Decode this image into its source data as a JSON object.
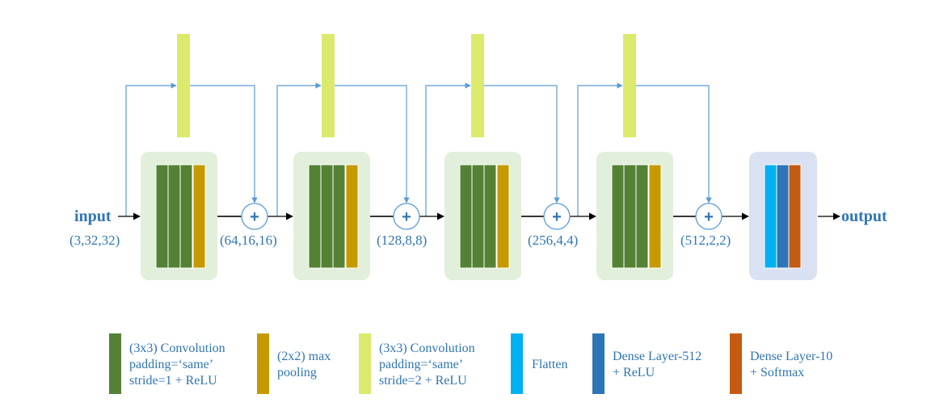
{
  "input_label": "input",
  "output_label": "output",
  "shapes": [
    "(3,32,32)",
    "(64,16,16)",
    "(128,8,8)",
    "(256,4,4)",
    "(512,2,2)"
  ],
  "add_symbol": "+",
  "colors": {
    "conv": "#548235",
    "pool": "#c49a00",
    "conv_stride2": "#dbea6c",
    "flatten": "#00b0f0",
    "dense512": "#2e75b6",
    "dense10": "#c55a11",
    "block_bg": "#e2efda",
    "head_bg": "#d9e1f2",
    "arrow": "#000000",
    "skip": "#5b9bd5",
    "text": "#2f75b5"
  },
  "legend": [
    {
      "color_key": "conv",
      "lines": [
        "(3x3) Convolution",
        "padding=‘same’",
        "stride=1 + ReLU"
      ]
    },
    {
      "color_key": "pool",
      "lines": [
        "(2x2) max",
        "pooling"
      ]
    },
    {
      "color_key": "conv_stride2",
      "lines": [
        "(3x3) Convolution",
        "padding=‘same’",
        "stride=2 + ReLU"
      ]
    },
    {
      "color_key": "flatten",
      "lines": [
        "Flatten"
      ]
    },
    {
      "color_key": "dense512",
      "lines": [
        "Dense Layer-512",
        "+ ReLU"
      ]
    },
    {
      "color_key": "dense10",
      "lines": [
        "Dense Layer-10",
        "+ Softmax"
      ]
    }
  ]
}
